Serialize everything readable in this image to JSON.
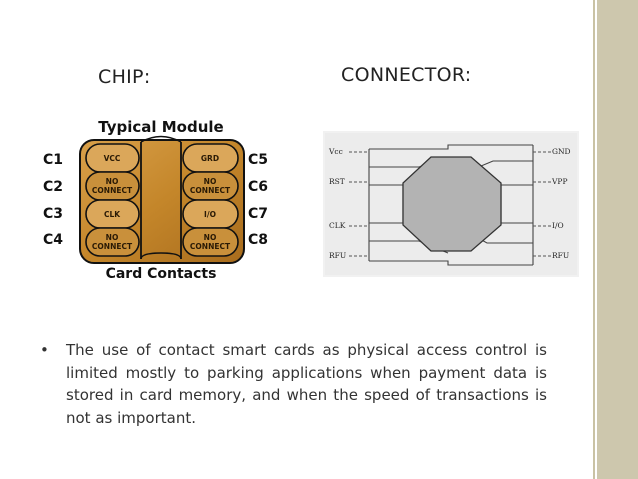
{
  "headings": {
    "chip": "CHIP:",
    "connector": "CONNECTOR:"
  },
  "chip_figure": {
    "title": "Typical Module",
    "footer": "Card Contacts",
    "left_labels": [
      "C1",
      "C2",
      "C3",
      "C4"
    ],
    "right_labels": [
      "C5",
      "C6",
      "C7",
      "C8"
    ],
    "pads_left": [
      [
        "VCC"
      ],
      [
        "NO",
        "CONNECT"
      ],
      [
        "CLK"
      ],
      [
        "NO",
        "CONNECT"
      ]
    ],
    "pads_right": [
      [
        "GRD"
      ],
      [
        "NO",
        "CONNECT"
      ],
      [
        "I/O"
      ],
      [
        "NO",
        "CONNECT"
      ]
    ],
    "colors": {
      "gold": "#c4862a",
      "gold_light": "#dba75a",
      "outline": "#111111"
    }
  },
  "connector_figure": {
    "left_labels": [
      "Vcc",
      "RST",
      "CLK",
      "RFU"
    ],
    "right_labels": [
      "GND",
      "VPP",
      "I/O",
      "RFU"
    ],
    "colors": {
      "center": "#b3b3b3",
      "background": "#f1f1f1"
    }
  },
  "bullet": {
    "symbol": "•",
    "text": "The use of contact smart cards as physical access control is limited mostly to parking applications when payment data is stored in card memory, and when the speed of transactions is not as important."
  },
  "theme": {
    "accent_bar": "#cdc7ad"
  }
}
